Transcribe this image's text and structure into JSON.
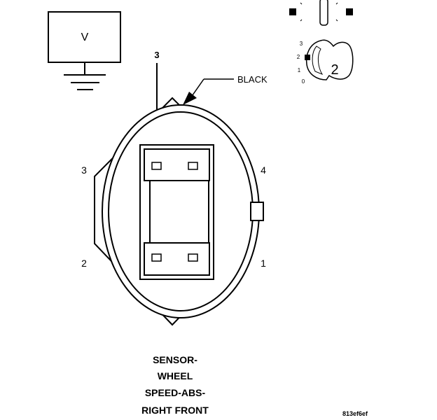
{
  "meter": {
    "label": "V"
  },
  "probe": {
    "pin_label": "3"
  },
  "wire": {
    "color_label": "BLACK"
  },
  "connector": {
    "pin_labels": {
      "top_left": "3",
      "top_right": "4",
      "bottom_left": "2",
      "bottom_right": "1"
    }
  },
  "selector": {
    "positions": [
      "3",
      "2",
      "1",
      "0"
    ],
    "selected": "2"
  },
  "caption": {
    "lines": [
      "SENSOR-",
      "WHEEL",
      "SPEED-ABS-",
      "RIGHT FRONT"
    ]
  },
  "reference_code": "813ef6ef"
}
